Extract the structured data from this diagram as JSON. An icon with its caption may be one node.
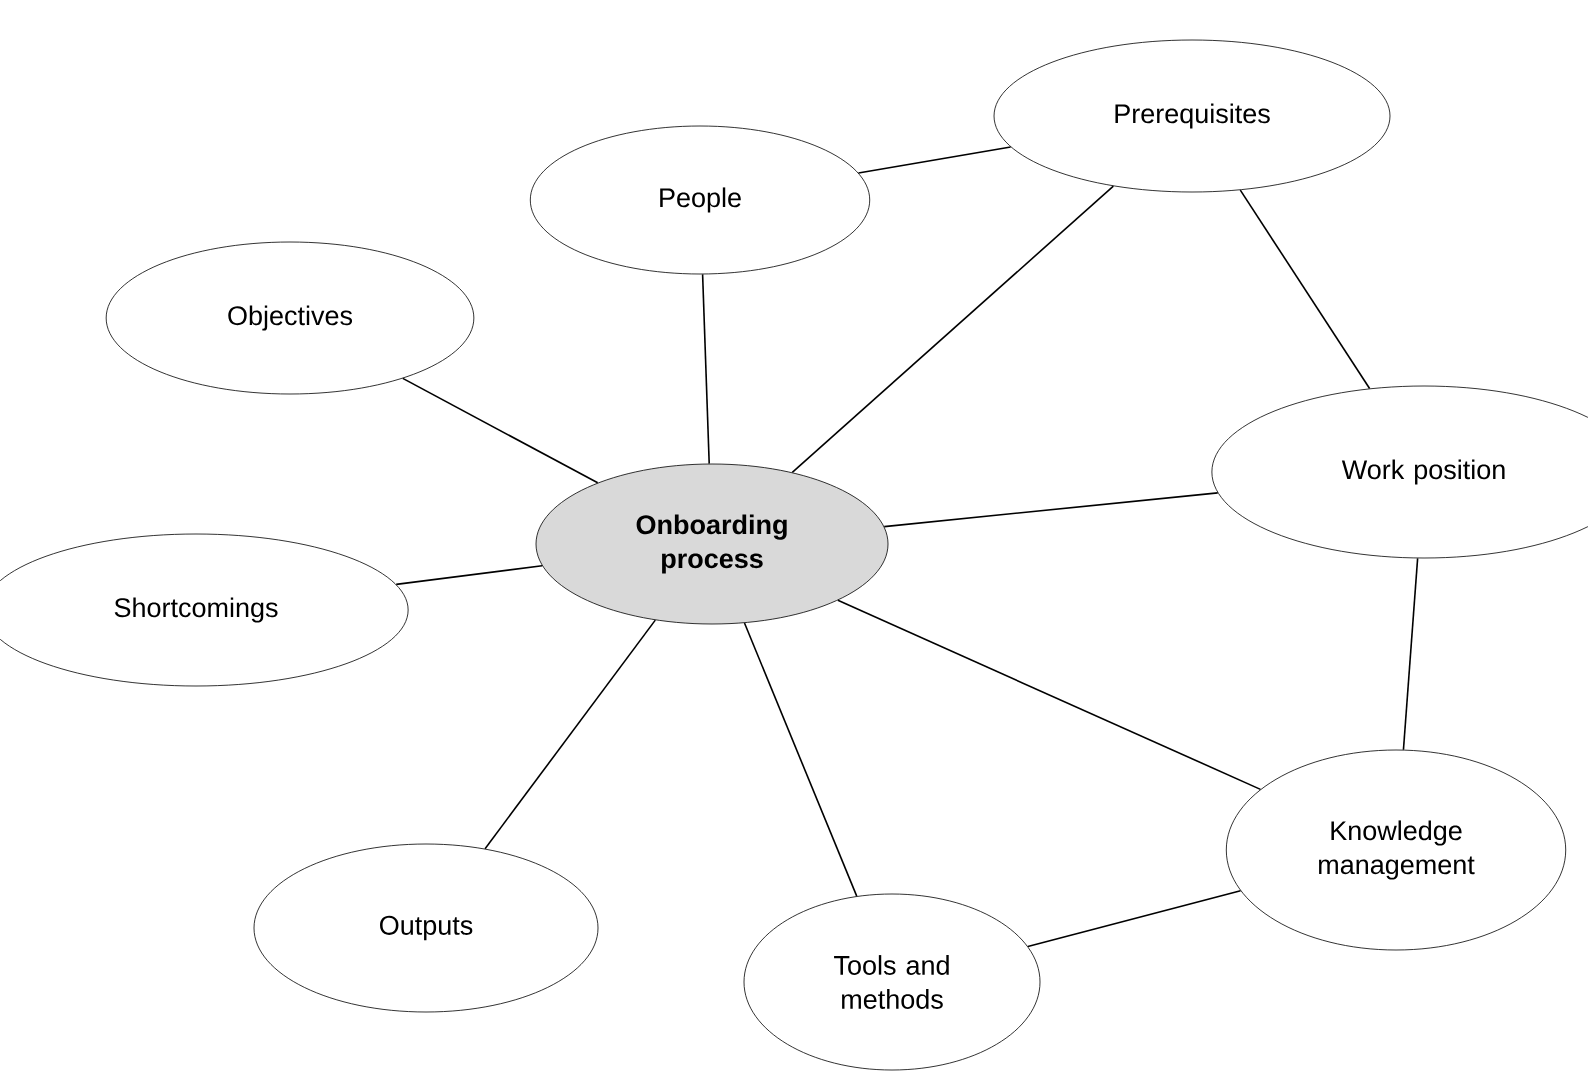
{
  "diagram": {
    "nodes": [
      {
        "text": [
          "Onboarding process"
        ]
      },
      {
        "text": [
          "People"
        ]
      },
      {
        "text": [
          "Prerequisites"
        ]
      },
      {
        "text": [
          "Objectives"
        ]
      },
      {
        "text": [
          "Work position"
        ]
      },
      {
        "text": [
          "Shortcomings"
        ]
      },
      {
        "text": [
          "Outputs"
        ]
      },
      {
        "text": [
          "Knowledge management"
        ]
      },
      {
        "text": [
          "Tools and methods"
        ]
      }
    ],
    "edges": [
      {
        "from": 0,
        "to": 1,
        "arrow": "none"
      },
      {
        "from": 0,
        "to": 2,
        "arrow": "none"
      },
      {
        "from": 1,
        "to": 2,
        "arrow": "none"
      },
      {
        "from": 0,
        "to": 3,
        "arrow": "none"
      },
      {
        "from": 0,
        "to": 4,
        "arrow": "none"
      },
      {
        "from": 2,
        "to": 4,
        "arrow": "none"
      },
      {
        "from": 0,
        "to": 5,
        "arrow": "none"
      },
      {
        "from": 0,
        "to": 6,
        "arrow": "none"
      },
      {
        "from": 0,
        "to": 8,
        "arrow": "none"
      },
      {
        "from": 0,
        "to": 7,
        "arrow": "none"
      },
      {
        "from": 4,
        "to": 7,
        "arrow": "none"
      },
      {
        "from": 8,
        "to": 7,
        "arrow": "none"
      }
    ]
  }
}
